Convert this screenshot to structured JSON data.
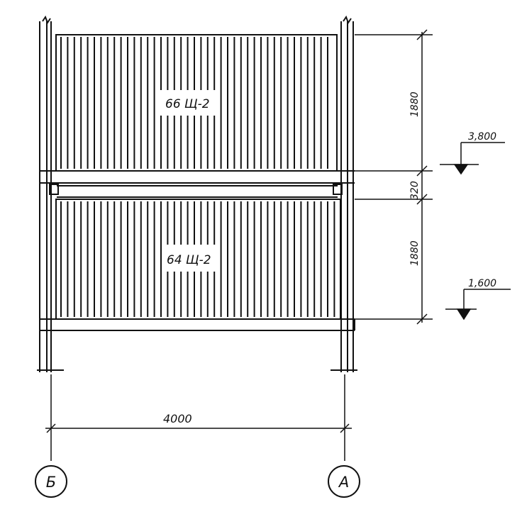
{
  "panels": {
    "upper_mark": "66 Щ-2",
    "lower_mark": "64 Щ-2"
  },
  "dimensions": {
    "upper_height": "1880",
    "beam_height": "320",
    "lower_height": "1880",
    "span": "4000"
  },
  "levels": {
    "upper": "3,800",
    "lower": "1,600"
  },
  "axes": {
    "left": "Б",
    "right": "А"
  }
}
